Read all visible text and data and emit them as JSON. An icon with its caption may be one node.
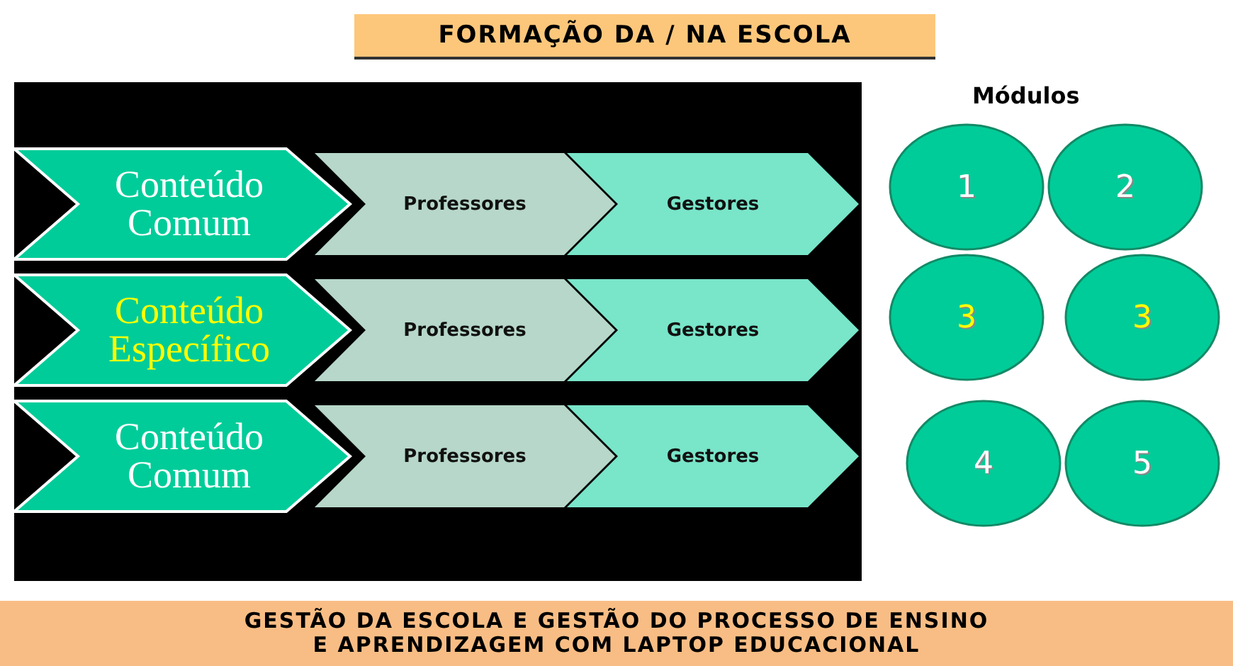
{
  "diagram": {
    "title": "FORMAÇÃO DA / NA ESCOLA",
    "caption": "GESTÃO DA ESCOLA E GESTÃO DO PROCESSO DE ENSINO E APRENDIZAGEM COM LAPTOP EDUCACIONAL",
    "nodes": [
      {
        "text": [
          "Conteúdo Comum"
        ]
      },
      {
        "text": [
          "Professores"
        ]
      },
      {
        "text": [
          "Gestores"
        ]
      },
      {
        "text": [
          "Conteúdo Específico"
        ]
      },
      {
        "text": [
          "Professores"
        ]
      },
      {
        "text": [
          "Gestores"
        ]
      },
      {
        "text": [
          "Conteúdo Comum"
        ]
      },
      {
        "text": [
          "Professores"
        ]
      },
      {
        "text": [
          "Gestores"
        ]
      },
      {
        "text": [
          "1"
        ]
      },
      {
        "text": [
          "2"
        ]
      },
      {
        "text": [
          "3"
        ]
      },
      {
        "text": [
          "3"
        ]
      },
      {
        "text": [
          "4"
        ]
      },
      {
        "text": [
          "5"
        ]
      }
    ],
    "labels": [
      "Módulos"
    ]
  }
}
